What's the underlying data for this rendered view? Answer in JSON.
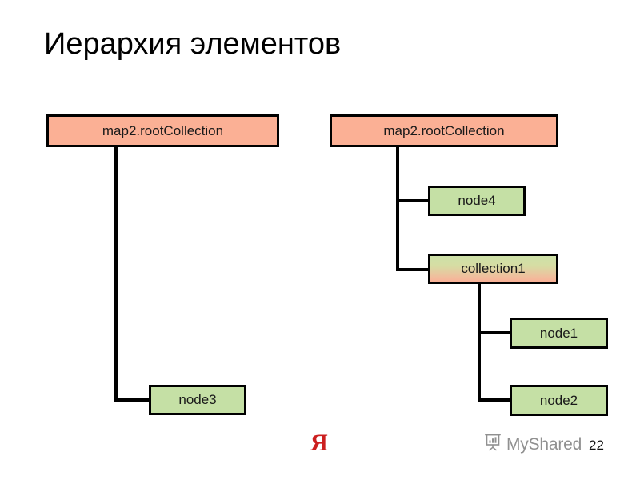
{
  "slide": {
    "title": "Иерархия элементов",
    "page_number": "22"
  },
  "colors": {
    "collection_fill": "#fbb095",
    "node_fill": "#c5e0a5",
    "border": "#000000",
    "title_text": "#000000",
    "yandex_red": "#cc1f1f",
    "watermark_gray": "#4d4d4d"
  },
  "diagram": {
    "type": "tree",
    "trees": [
      {
        "name": "left-tree",
        "root": {
          "label": "map2.rootCollection",
          "kind": "collection",
          "fill": "#fbb095"
        },
        "children": [
          {
            "label": "node3",
            "kind": "node",
            "fill": "#c5e0a5"
          }
        ]
      },
      {
        "name": "right-tree",
        "root": {
          "label": "map2.rootCollection",
          "kind": "collection",
          "fill": "#fbb095"
        },
        "children": [
          {
            "label": "node4",
            "kind": "node",
            "fill": "#c5e0a5"
          },
          {
            "label": "collection1",
            "kind": "collection",
            "fill": "gradient-green-to-salmon",
            "children": [
              {
                "label": "node1",
                "kind": "node",
                "fill": "#c5e0a5"
              },
              {
                "label": "node2",
                "kind": "node",
                "fill": "#c5e0a5"
              }
            ]
          }
        ]
      }
    ]
  },
  "footer": {
    "yandex_logo": "Я",
    "watermark_text": "MyShared",
    "watermark_icon": "presentation-chart-icon"
  }
}
